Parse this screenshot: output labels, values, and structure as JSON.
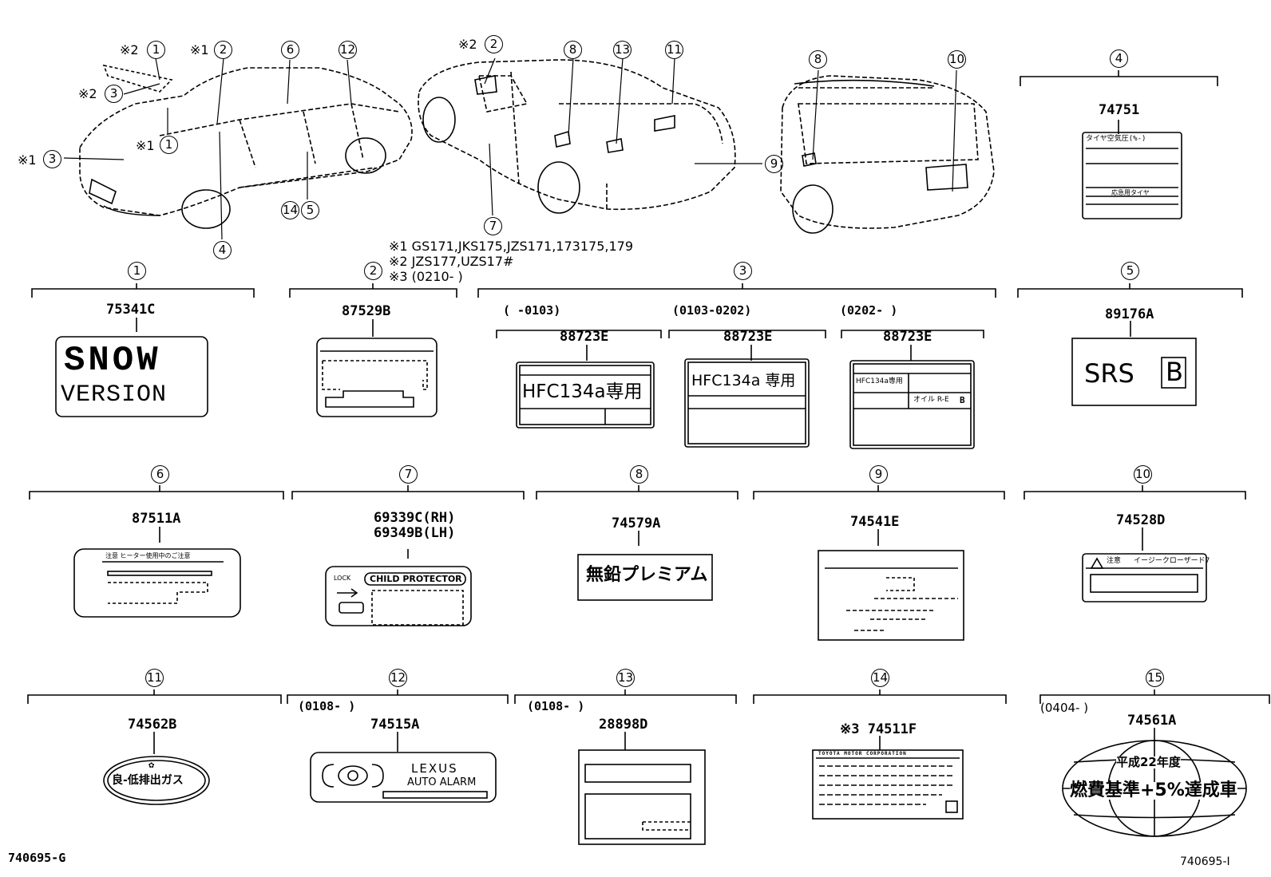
{
  "notes": {
    "n1": "※1 GS171,JKS175,JZS171,173175,179",
    "n2": "※2 JZS177,UZS17#",
    "n3": "※3 (0210-     )"
  },
  "callouts": {
    "star1": "※1",
    "star2": "※2",
    "c1": "1",
    "c2": "2",
    "c3": "3",
    "c4": "4",
    "c5": "5",
    "c6": "6",
    "c7": "7",
    "c8": "8",
    "c9": "9",
    "c10": "10",
    "c11": "11",
    "c12": "12",
    "c13": "13",
    "c14": "14",
    "c15": "15"
  },
  "parts": {
    "p1": "75341C",
    "p2": "87529B",
    "p3": "88723E",
    "p4": "74751",
    "p5": "89176A",
    "p6": "87511A",
    "p7a": "69339C(RH)",
    "p7b": "69349B(LH)",
    "p8": "74579A",
    "p9": "74541E",
    "p10": "74528D",
    "p11": "74562B",
    "p12": "74515A",
    "p13": "28898D",
    "p14": "※3 74511F",
    "p15": "74561A"
  },
  "ranges": {
    "r3a": "(     -0103)",
    "r3b": "(0103-0202)",
    "r3c": "(0202-     )",
    "r12": "(0108-     )",
    "r13": "(0108-     )",
    "r15": "(0404-     )"
  },
  "labels": {
    "snow": "SNOW",
    "version": "VERSION",
    "hfc1": "HFC134a専用",
    "hfc2": "HFC134a 専用",
    "hfc3": "HFC134a専用",
    "oil": "オイル R-E",
    "oilb": "B",
    "tire_top": "タイヤ空気圧(%-)",
    "tire_bottom": "応急用タイヤ",
    "srs": "SRS",
    "srsb": "B",
    "caution6": "注意 ヒーター使用中のご注意",
    "lock": "LOCK",
    "child": "CHILD PROTECTOR",
    "unleaded": "無鉛プレミアム",
    "caution10": "注意",
    "caution10b": "イージークローザード7",
    "lowemission": "良-低排出ガス",
    "lexus": "LEXUS",
    "autoalarm": "AUTO ALARM",
    "toyota14": "TOYOTA MOTOR CORPORATION",
    "heisei": "平成22年度",
    "fuel": "燃費基準+5%達成車"
  },
  "footer": {
    "left": "740695-G",
    "right": "740695-I"
  }
}
